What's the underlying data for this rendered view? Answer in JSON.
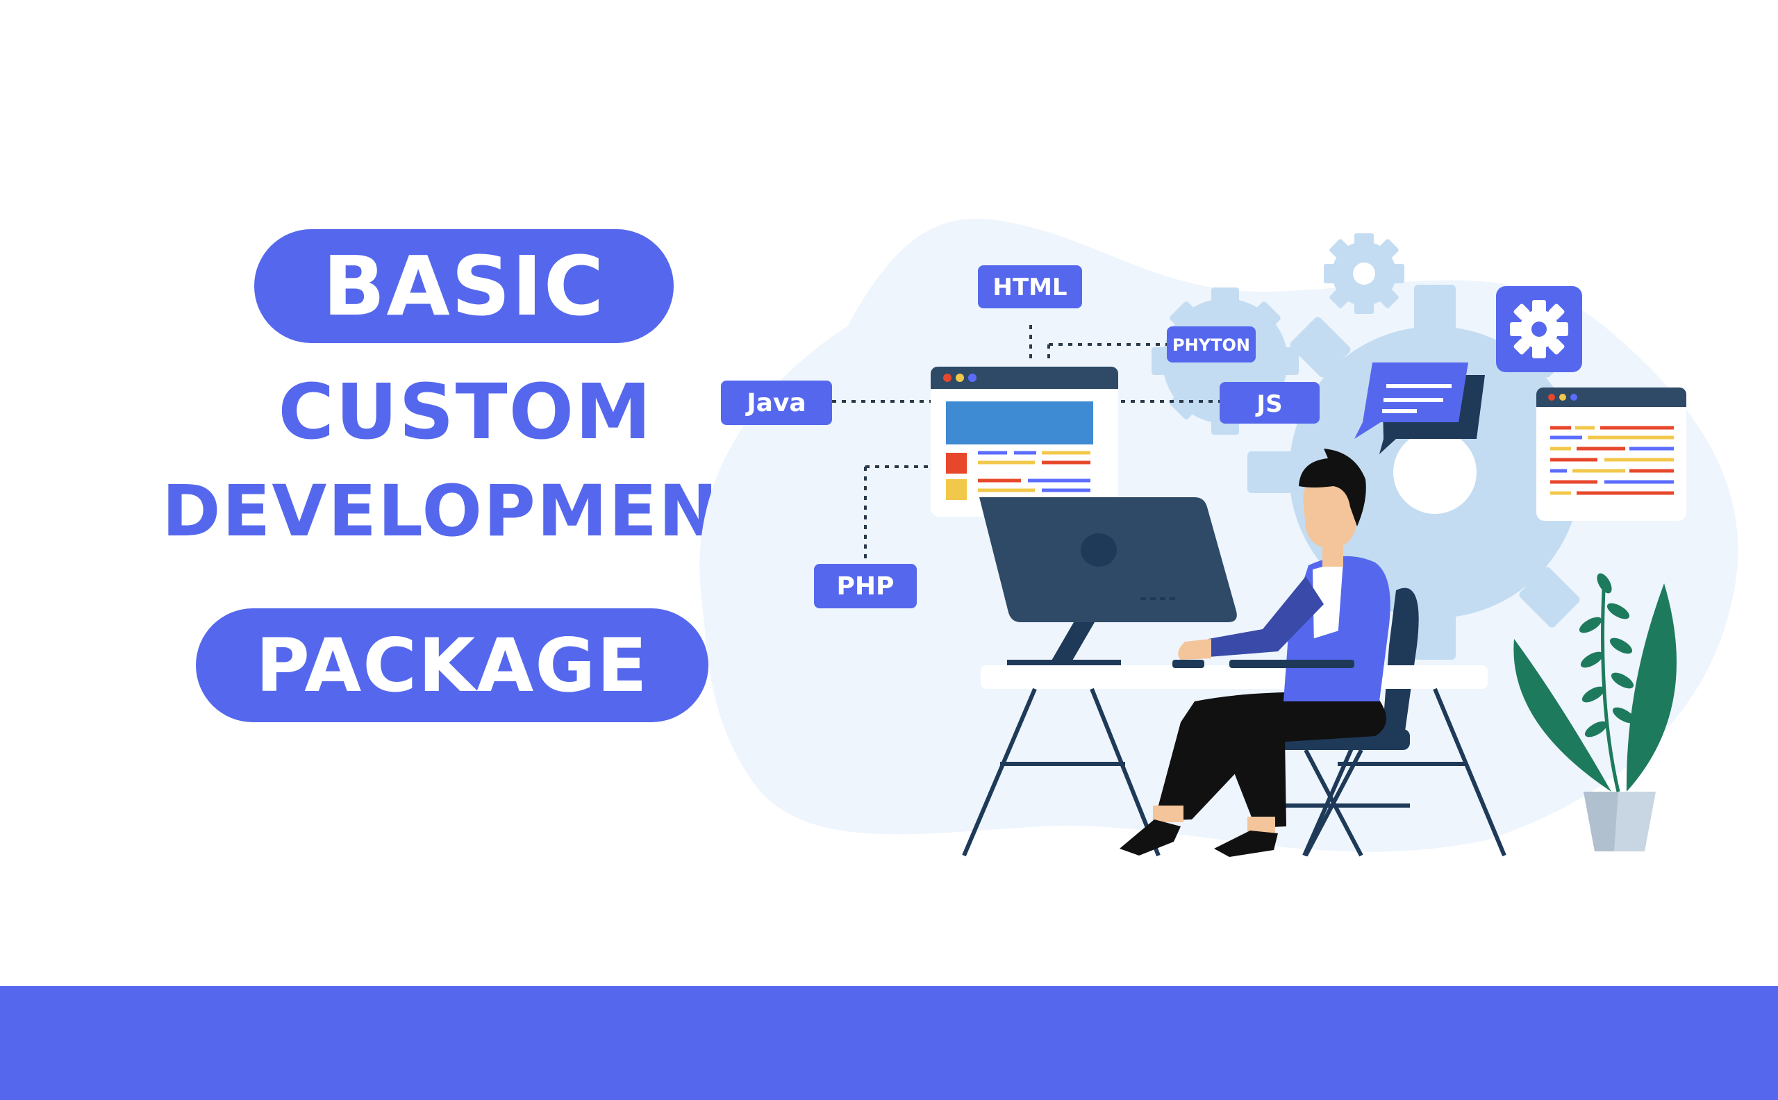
{
  "banner": {
    "line1": "BASIC",
    "line2": "CUSTOM",
    "line3": "DEVELOPMENT",
    "line4": "PACKAGE"
  },
  "tags": {
    "html": "HTML",
    "phyton": "PHYTON",
    "java": "Java",
    "js": "JS",
    "php": "PHP"
  },
  "colors": {
    "accent": "#5568ed",
    "accent_dark": "#3a4aa8",
    "light_blue": "#c3dcf2",
    "background_blob": "#eef5fc",
    "navy": "#2e4a66",
    "plant_green": "#1e7a5c"
  },
  "icons": {
    "gear": "gear-icon",
    "chat": "chat-bubble-icon",
    "browser": "browser-window-icon",
    "person": "developer-illustration",
    "plant": "potted-plant-icon"
  }
}
